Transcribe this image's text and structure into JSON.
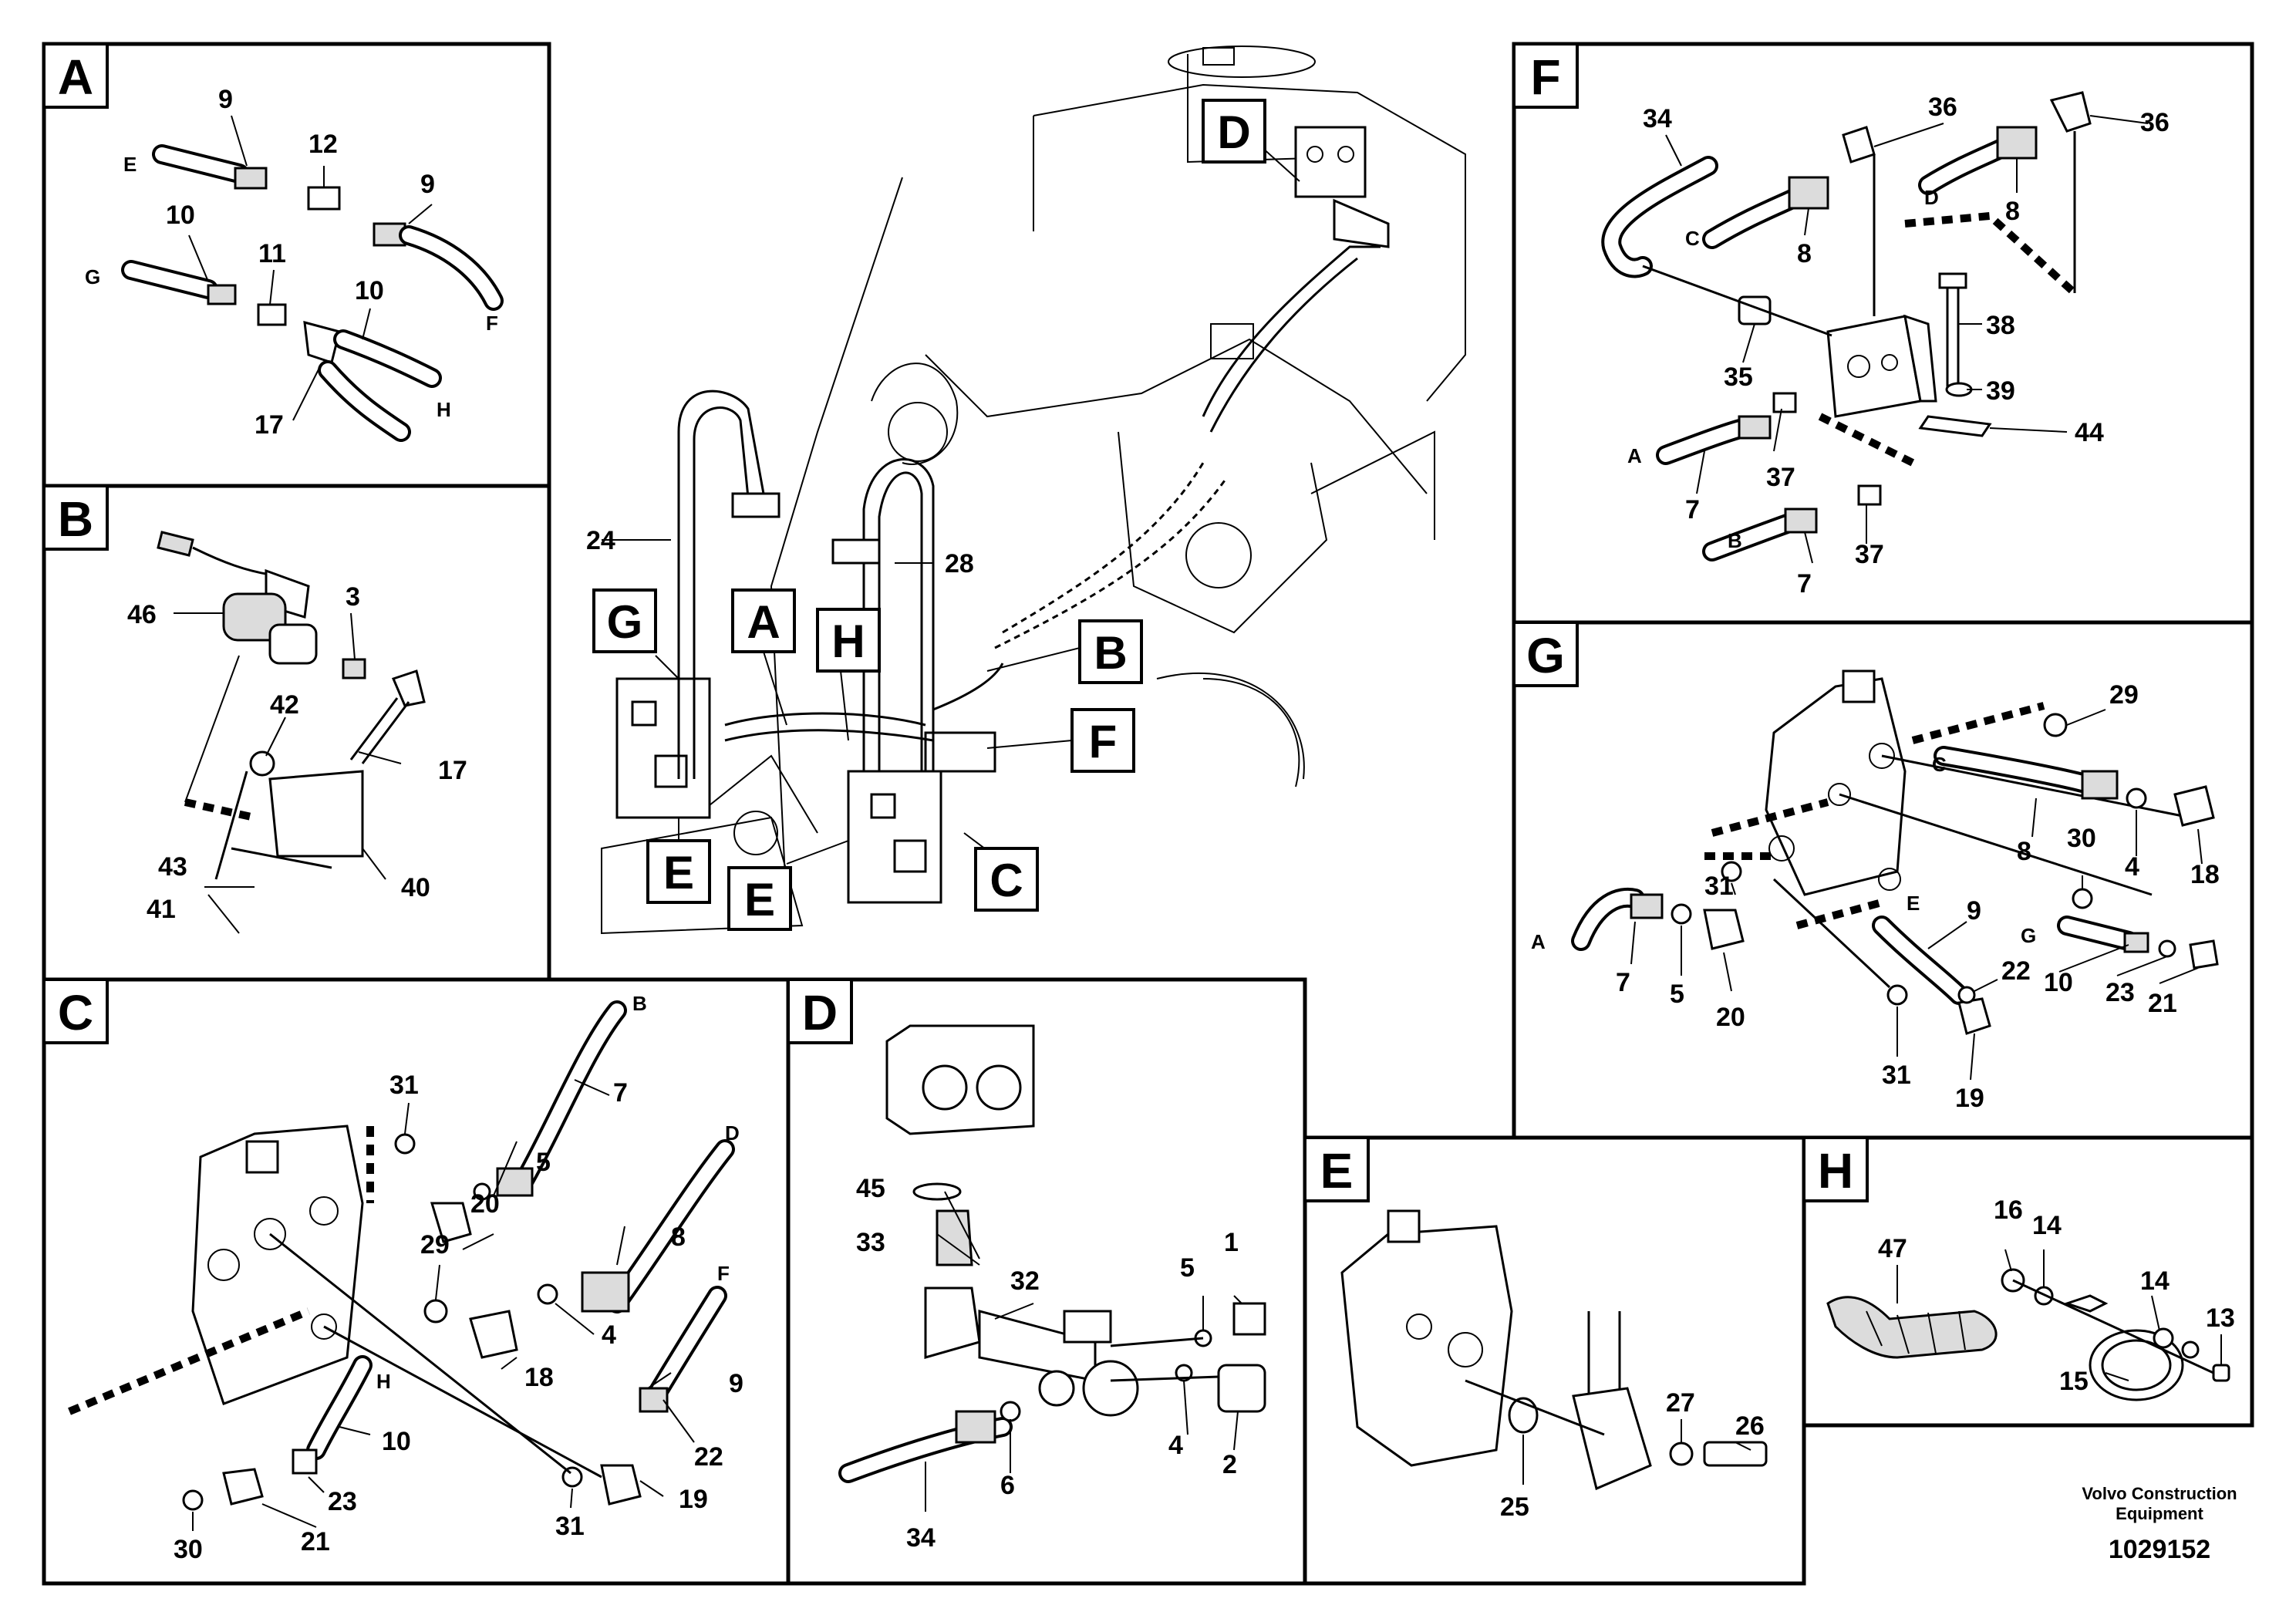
{
  "panels": {
    "A": {
      "letter": "A",
      "labels": [
        "9",
        "12",
        "9",
        "10",
        "11",
        "10",
        "17"
      ],
      "ends": [
        "E",
        "F",
        "G",
        "H"
      ]
    },
    "B": {
      "letter": "B",
      "labels": [
        "46",
        "3",
        "42",
        "17",
        "43",
        "41",
        "40"
      ]
    },
    "C": {
      "letter": "C",
      "labels": [
        "31",
        "7",
        "5",
        "20",
        "29",
        "8",
        "4",
        "18",
        "30",
        "21",
        "23",
        "10",
        "22",
        "9",
        "31",
        "19"
      ],
      "ends": [
        "B",
        "D",
        "F",
        "H"
      ]
    },
    "D": {
      "letter": "D",
      "labels": [
        "45",
        "33",
        "32",
        "1",
        "5",
        "4",
        "2",
        "6",
        "34"
      ]
    },
    "E": {
      "letter": "E",
      "labels": [
        "25",
        "27",
        "26"
      ]
    },
    "F": {
      "letter": "F",
      "labels": [
        "34",
        "36",
        "8",
        "36",
        "8",
        "35",
        "38",
        "39",
        "37",
        "7",
        "37",
        "7",
        "44"
      ],
      "ends": [
        "C",
        "D",
        "A",
        "B"
      ]
    },
    "G": {
      "letter": "G",
      "labels": [
        "29",
        "8",
        "4",
        "18",
        "30",
        "31",
        "7",
        "5",
        "20",
        "9",
        "22",
        "10",
        "23",
        "21",
        "31",
        "19"
      ],
      "ends": [
        "C",
        "A",
        "E",
        "G"
      ]
    },
    "H": {
      "letter": "H",
      "labels": [
        "16",
        "14",
        "47",
        "14",
        "13",
        "15"
      ]
    }
  },
  "overview": {
    "callouts": [
      "D",
      "G",
      "A",
      "H",
      "B",
      "F",
      "E",
      "E",
      "C"
    ],
    "labels": [
      "24",
      "28"
    ]
  },
  "footer": {
    "brand_line1": "Volvo Construction",
    "brand_line2": "Equipment",
    "drawing_number": "1029152"
  }
}
